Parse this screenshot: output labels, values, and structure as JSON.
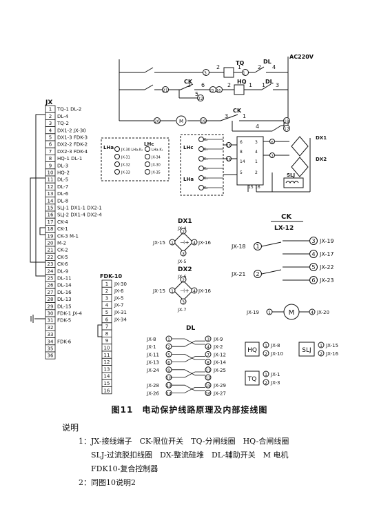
{
  "caption": "图11　电动保护线路原理及内部接线图",
  "notes": {
    "title": "说明",
    "item1_l1": "1：JX-接线端子　CK-限位开关　TQ-分闸线圈　HQ-合闸线圈",
    "item1_l2": "SLJ-过流脱扣线圈　DX-整流硅堆　DL-辅助开关　M 电机",
    "item1_l3": "FDK10-复合控制器",
    "item2": "2：同图10说明2"
  },
  "schematic": {
    "supply": "AC220V",
    "tq": "TQ",
    "dl": "DL",
    "ck": "CK",
    "hq": "HQ",
    "m": "M",
    "n3": "3",
    "n21": "21",
    "n22": "22",
    "n23": "23",
    "n20": "20",
    "n19": "19",
    "n18": "18",
    "n17": "17",
    "n15": "15",
    "n16": "16",
    "n11": "11",
    "c2": "2",
    "c1": "1",
    "c4": "4",
    "c3": "3",
    "c6": "6",
    "c5": "5",
    "c8": "8"
  },
  "lh": {
    "lha": "LHa",
    "lhc": "LHc",
    "left_labels": [
      "JX-30 LHa-K₂",
      "JX-31",
      "JX-32",
      "JX-33"
    ],
    "right_labels": [
      "LHa-K₁",
      "JX-34",
      "JX-30",
      "JX-35"
    ]
  },
  "relay_block": {
    "lhc": "LHc",
    "lha": "LHa",
    "k_labels": [
      "K₂",
      "K₁",
      "K₁",
      "K₂",
      "K₁",
      "K₂"
    ],
    "pins": [
      "6",
      "3",
      "8",
      "4",
      "14",
      "1",
      "5",
      "2",
      "15",
      "16"
    ],
    "dx1": "DX1",
    "dx2": "DX2",
    "slj": "SLJ"
  },
  "jx": {
    "title": "JX",
    "rows": [
      {
        "n": "1",
        "t": "TQ-1 DL-2"
      },
      {
        "n": "2",
        "t": "DL-4"
      },
      {
        "n": "3",
        "t": "TQ-2"
      },
      {
        "n": "4",
        "t": "DX1-2 JX-30"
      },
      {
        "n": "5",
        "t": "DX1-3 FDK-3"
      },
      {
        "n": "6",
        "t": "DX2-2 FDK-2"
      },
      {
        "n": "7",
        "t": "DX2-3 FDK-4"
      },
      {
        "n": "8",
        "t": "HQ-1 DL-1"
      },
      {
        "n": "9",
        "t": "DL-3"
      },
      {
        "n": "10",
        "t": "HQ-2"
      },
      {
        "n": "11",
        "t": "DL-5"
      },
      {
        "n": "12",
        "t": "DL-7"
      },
      {
        "n": "13",
        "t": "DL-6"
      },
      {
        "n": "14",
        "t": "DL-8"
      },
      {
        "n": "15",
        "t": "SLJ-1 DX1-1 DX2-1"
      },
      {
        "n": "16",
        "t": "SLJ-2 DX1-4 DX2-4"
      },
      {
        "n": "17",
        "t": "CK-4"
      },
      {
        "n": "18",
        "t": "CK-1"
      },
      {
        "n": "19",
        "t": "CK-3 M-1"
      },
      {
        "n": "20",
        "t": "M-2"
      },
      {
        "n": "21",
        "t": "CK-2"
      },
      {
        "n": "22",
        "t": "CK-5"
      },
      {
        "n": "23",
        "t": "CK-6"
      },
      {
        "n": "24",
        "t": "DL-9"
      },
      {
        "n": "25",
        "t": "DL-11"
      },
      {
        "n": "26",
        "t": "DL-14"
      },
      {
        "n": "27",
        "t": "DL-16"
      },
      {
        "n": "28",
        "t": "DL-13"
      },
      {
        "n": "29",
        "t": "DL-15"
      },
      {
        "n": "30",
        "t": "FDK-1 JX-4"
      },
      {
        "n": "31",
        "t": "FDK-5"
      },
      {
        "n": "32",
        "t": ""
      },
      {
        "n": "33",
        "t": ""
      },
      {
        "n": "34",
        "t": "FDK-6"
      },
      {
        "n": "35",
        "t": ""
      },
      {
        "n": "36",
        "t": ""
      }
    ]
  },
  "fdk": {
    "title": "FDK-10",
    "rows": [
      {
        "n": "1",
        "t": "JX-30"
      },
      {
        "n": "2",
        "t": "JX-6"
      },
      {
        "n": "3",
        "t": "JX-5"
      },
      {
        "n": "4",
        "t": "JX-7"
      },
      {
        "n": "5",
        "t": "JX-31"
      },
      {
        "n": "6",
        "t": "JX-34"
      },
      {
        "n": "7",
        "t": ""
      },
      {
        "n": "8",
        "t": ""
      },
      {
        "n": "9",
        "t": ""
      },
      {
        "n": "10",
        "t": ""
      },
      {
        "n": "11",
        "t": ""
      },
      {
        "n": "12",
        "t": ""
      },
      {
        "n": "13",
        "t": ""
      },
      {
        "n": "14",
        "t": ""
      },
      {
        "n": "15",
        "t": ""
      },
      {
        "n": "16",
        "t": ""
      }
    ]
  },
  "dx1": {
    "title": "DX1",
    "top": "JX-4",
    "left": "JX-15",
    "right": "JX-16",
    "bottom": "JX-5",
    "p1": "1",
    "p2": "2",
    "p3": "3",
    "p4": "4"
  },
  "dx2": {
    "title": "DX2",
    "top": "JX-6",
    "left": "JX-15",
    "right": "JX-16",
    "bottom": "JX-7",
    "p1": "1",
    "p2": "2",
    "p3": "3",
    "p4": "4"
  },
  "ck": {
    "title": "CK",
    "model": "LX-12",
    "left": [
      {
        "jx": "JX-18",
        "n": "1"
      },
      {
        "jx": "JX-21",
        "n": "2"
      }
    ],
    "right": [
      {
        "n": "3",
        "jx": "JX-19"
      },
      {
        "n": "4",
        "jx": "JX-17"
      },
      {
        "n": "5",
        "jx": "JX-22"
      },
      {
        "n": "6",
        "jx": "JX-23"
      }
    ]
  },
  "motor": {
    "left": "JX-19",
    "n1": "1",
    "label": "M",
    "n2": "4",
    "right": "JX-20"
  },
  "dl": {
    "title": "DL",
    "left": [
      {
        "jx": "JX-8",
        "n": "1"
      },
      {
        "jx": "JX-1",
        "n": "2"
      },
      {
        "jx": "JX-11",
        "n": "5"
      },
      {
        "jx": "JX-13",
        "n": "6"
      },
      {
        "jx": "JX-24",
        "n": "9"
      },
      {
        "jx": "",
        "n": "10"
      },
      {
        "jx": "JX-28",
        "n": "13"
      },
      {
        "jx": "JX-26",
        "n": "14"
      }
    ],
    "right": [
      {
        "n": "3",
        "jx": "JX-9"
      },
      {
        "n": "4",
        "jx": "JX-2"
      },
      {
        "n": "7",
        "jx": "JX-12"
      },
      {
        "n": "8",
        "jx": "JX-14"
      },
      {
        "n": "11",
        "jx": "JX-25"
      },
      {
        "n": "12",
        "jx": ""
      },
      {
        "n": "15",
        "jx": "JX-29"
      },
      {
        "n": "16",
        "jx": "JX-27"
      }
    ]
  },
  "coils": {
    "hq": {
      "label": "HQ",
      "a": "JX-8",
      "b": "JX-10",
      "n1": "1",
      "n2": "2"
    },
    "slj": {
      "label": "SLJ",
      "a": "JX-15",
      "b": "JX-16",
      "n1": "1",
      "n2": "2"
    },
    "tq": {
      "label": "TQ",
      "a": "JX-1",
      "b": "JX-3",
      "n1": "1",
      "n2": "2"
    }
  }
}
